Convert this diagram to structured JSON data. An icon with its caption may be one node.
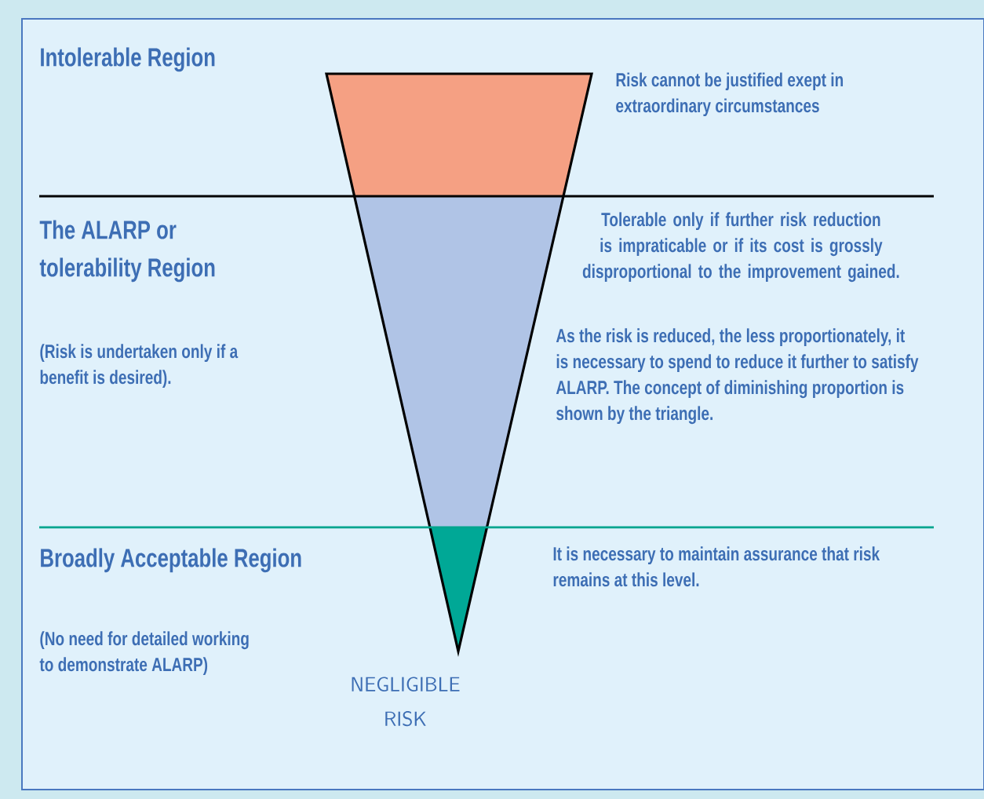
{
  "diagram": {
    "labels": [
      "Intolerable Region",
      "Risk cannot be justified exept in extraordinary circumstances",
      "The ALARP or tolerability Region",
      "(Risk is undertaken only if a benefit is desired).",
      "Tolerable only if further risk reduction is impraticable or if its cost is grossly disproportional to the improvement gained.",
      "As the risk is reduced, the less proportionately, it is necessary to spend to reduce it further to satisfy ALARP. The concept of diminishing proportion is shown by the triangle.",
      "Broadly Acceptable Region",
      "(No need for detailed working to demonstrate ALARP)",
      "It is necessary to maintain assurance that risk remains at this level.",
      "NEGLIGIBLE RISK"
    ]
  }
}
